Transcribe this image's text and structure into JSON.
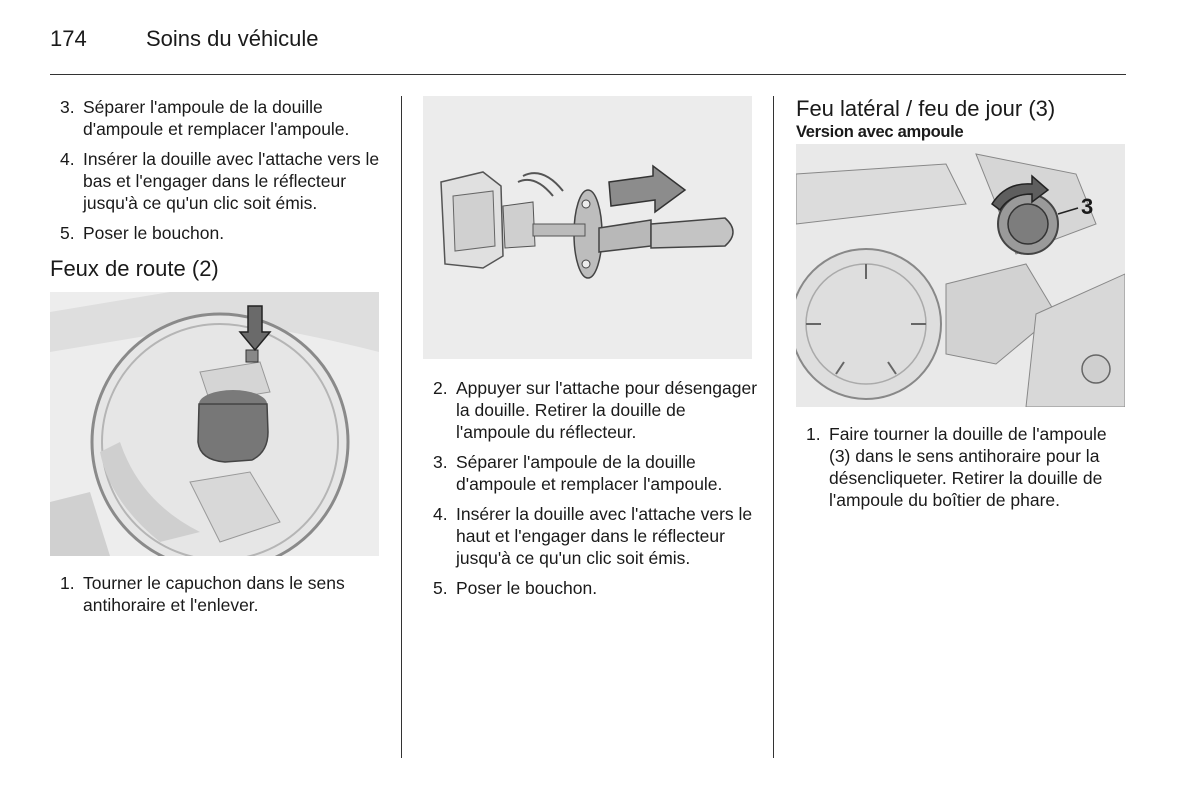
{
  "header": {
    "page_number": "174",
    "title": "Soins du véhicule"
  },
  "col1": {
    "steps_top": [
      {
        "num": "3.",
        "text": "Séparer l'ampoule de la douille d'ampoule et remplacer l'ampoule."
      },
      {
        "num": "4.",
        "text": "Insérer la douille avec l'attache vers le bas et l'engager dans le réflecteur jusqu'à ce qu'un clic soit émis."
      },
      {
        "num": "5.",
        "text": "Poser le bouchon."
      }
    ],
    "heading": "Feux de route (2)",
    "steps_bottom": [
      {
        "num": "1.",
        "text": "Tourner le capuchon dans le sens antihoraire et l'enlever."
      }
    ]
  },
  "col2": {
    "steps": [
      {
        "num": "2.",
        "text": "Appuyer sur l'attache pour désengager la douille. Retirer la douille de l'ampoule du réflecteur."
      },
      {
        "num": "3.",
        "text": "Séparer l'ampoule de la douille d'ampoule et remplacer l'ampoule."
      },
      {
        "num": "4.",
        "text": "Insérer la douille avec l'attache vers le haut et l'engager dans le réflecteur jusqu'à ce qu'un clic soit émis."
      },
      {
        "num": "5.",
        "text": "Poser le bouchon."
      }
    ]
  },
  "col3": {
    "heading": "Feu latéral / feu de jour (3)",
    "subheading": "Version avec ampoule",
    "figure_label": "3",
    "steps": [
      {
        "num": "1.",
        "text": "Faire tourner la douille de l'ampoule (3) dans le sens antihoraire pour la désencliqueter. Retirer la douille de l'ampoule du boîtier de phare."
      }
    ]
  }
}
